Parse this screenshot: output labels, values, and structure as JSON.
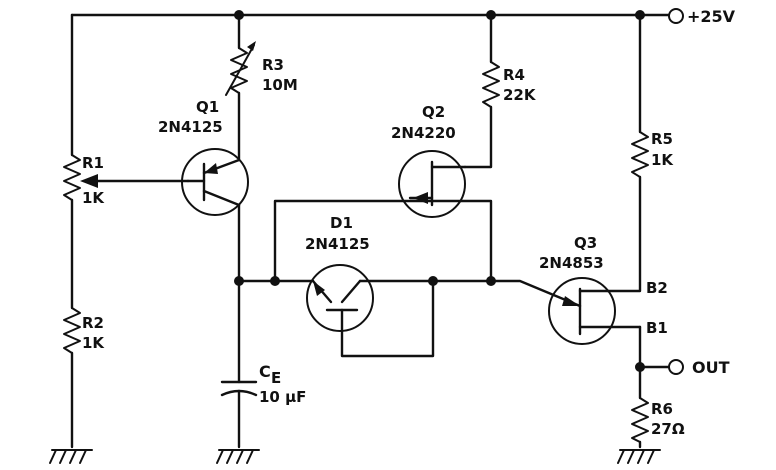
{
  "supply": {
    "label": "+25V"
  },
  "output": {
    "label": "OUT"
  },
  "components": {
    "r1": {
      "ref": "R1",
      "value": "1K"
    },
    "r2": {
      "ref": "R2",
      "value": "1K"
    },
    "r3": {
      "ref": "R3",
      "value": "10M"
    },
    "r4": {
      "ref": "R4",
      "value": "22K"
    },
    "r5": {
      "ref": "R5",
      "value": "1K"
    },
    "r6": {
      "ref": "R6",
      "value": "27Ω"
    },
    "q1": {
      "ref": "Q1",
      "part": "2N4125"
    },
    "q2": {
      "ref": "Q2",
      "part": "2N4220"
    },
    "q3": {
      "ref": "Q3",
      "part": "2N4853",
      "b2": "B2",
      "b1": "B1"
    },
    "d1": {
      "ref": "D1",
      "part": "2N4125"
    },
    "ce": {
      "ref": "C",
      "sub": "E",
      "value": "10 μF"
    }
  }
}
